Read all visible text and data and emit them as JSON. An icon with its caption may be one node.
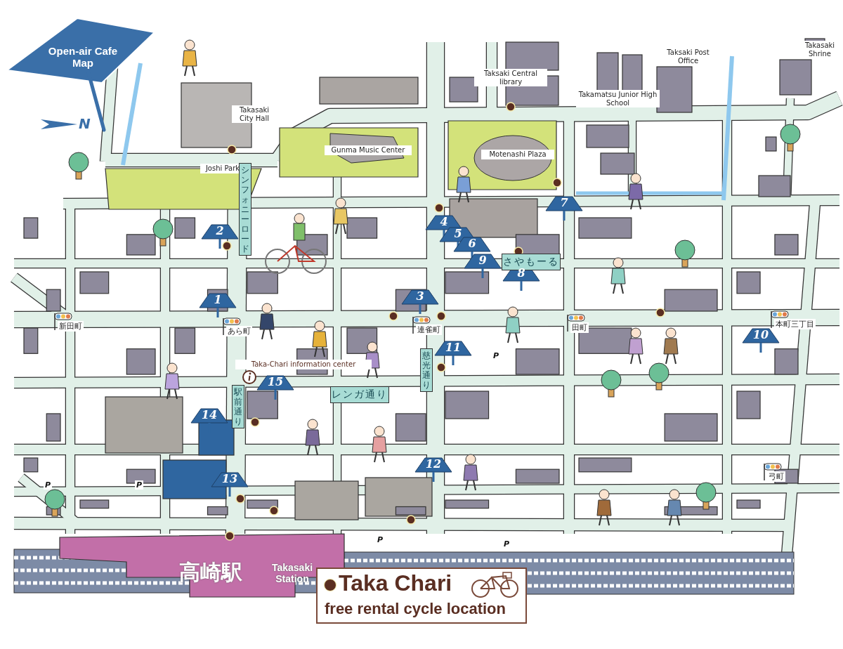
{
  "diagram": {
    "title": "Open-air Cafe Map",
    "labels": [
      "N",
      "Takasaki City Hall",
      "Joshi Park",
      "Gunma Music Center",
      "Taksaki Central library",
      "Takamatsu Junior High School",
      "Taksaki Post Office",
      "Takasaki Shrine",
      "Motenashi Plaza",
      "シンフォニーロード",
      "7",
      "2",
      "4",
      "5",
      "6",
      "9",
      "さやもーる",
      "8",
      "1",
      "3",
      "新田町",
      "あら町",
      "連雀町",
      "田町",
      "本町三丁目",
      "10",
      "11",
      "P",
      "Taka-Chari information center",
      "15",
      "駅前通り",
      "慈光通り",
      "レンガ通り",
      "14",
      "12",
      "弓町",
      "P",
      "P",
      "13",
      "P",
      "P",
      "高崎駅",
      "Takasaki Station",
      "free rental cycle location"
    ],
    "legend": [
      {
        "text": "Taka Chari",
        "color": "#5a2e22"
      }
    ]
  }
}
